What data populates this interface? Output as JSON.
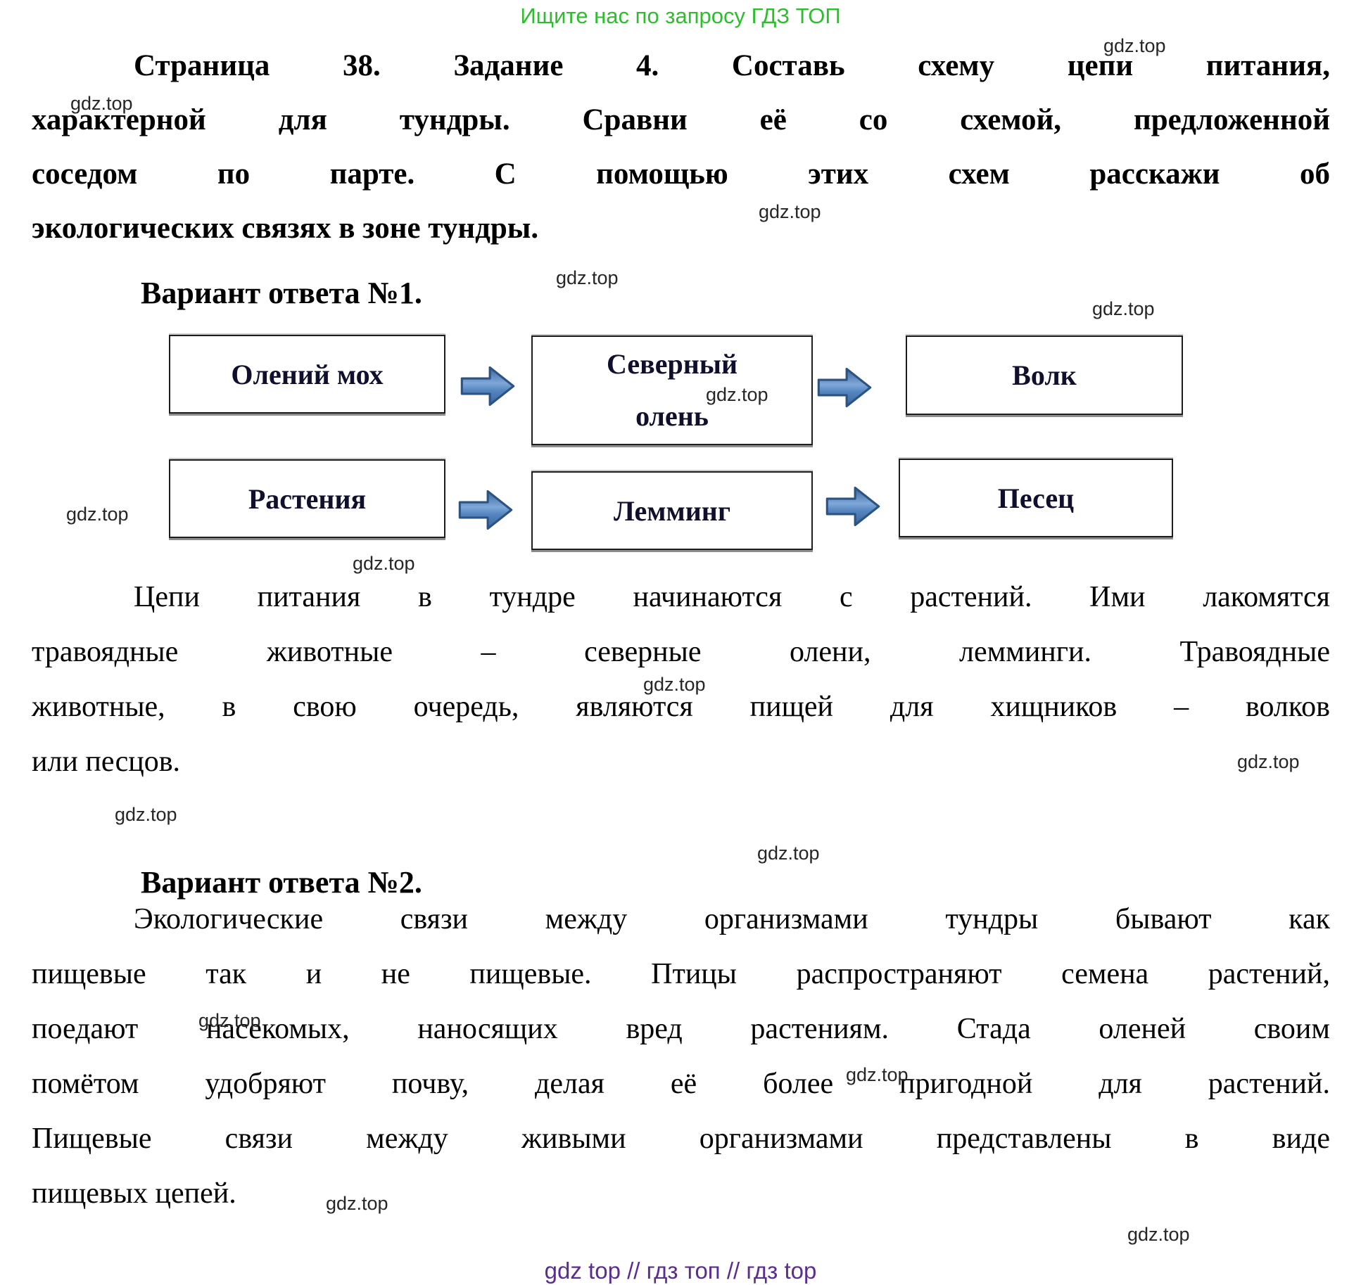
{
  "colors": {
    "header_green": "#2ebd2e",
    "footer_purple": "#5c2d91",
    "arrow_fill": "#4f81bd",
    "arrow_stroke": "#2c5382",
    "box_border": "#1d1d1d",
    "box_text": "#10102e",
    "watermark_gray": "#262626"
  },
  "header": {
    "promo": "Ищите нас по запросу ГДЗ ТОП"
  },
  "watermark": {
    "text": "gdz.top"
  },
  "task": {
    "lines": [
      "Страница 38. Задание 4. Составь схему цепи питания,",
      "характерной для тундры. Сравни её со схемой, предложенной",
      "соседом по парте. С помощью этих схем расскажи об",
      "экологических связях в зоне тундры."
    ]
  },
  "answer1": {
    "heading": "Вариант ответа №1.",
    "diagram": {
      "row1": [
        "Олений мох",
        "Северный олень",
        "Волк"
      ],
      "row2": [
        "Растения",
        "Лемминг",
        "Песец"
      ]
    },
    "lines": [
      "Цепи питания в тундре начинаются с растений. Ими лакомятся",
      "травоядные животные – северные олени, лемминги. Травоядные",
      "животные, в свою очередь, являются пищей для хищников – волков",
      "или песцов."
    ]
  },
  "answer2": {
    "heading": "Вариант ответа №2.",
    "lines": [
      "Экологические связи между организмами тундры бывают как",
      "пищевые так и не пищевые. Птицы распространяют семена растений,",
      "поедают насекомых, наносящих вред растениям. Стада оленей своим",
      "помётом удобряют почву, делая её более пригодной для растений.",
      "Пищевые связи между живыми организмами представлены в виде",
      "пищевых цепей."
    ]
  },
  "footer": {
    "text": "gdz top  //  гдз топ  //  гдз top"
  }
}
